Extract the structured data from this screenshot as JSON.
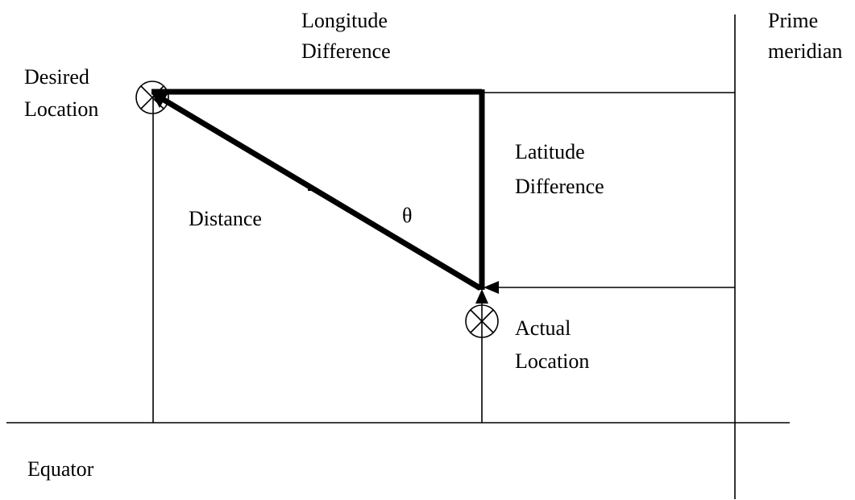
{
  "labels": {
    "longitude_1": "Longitude",
    "longitude_2": "Difference",
    "prime_1": "Prime",
    "prime_2": "meridian",
    "desired_1": "Desired",
    "desired_2": "Location",
    "latitude_1": "Latitude",
    "latitude_2": "Difference",
    "distance": "Distance",
    "theta": "θ",
    "actual_1": "Actual",
    "actual_2": "Location",
    "equator": "Equator"
  },
  "icons": {
    "desired_marker": "circled-x-icon",
    "actual_marker": "circled-x-icon"
  },
  "colors": {
    "ink": "#000000",
    "background": "#ffffff"
  }
}
